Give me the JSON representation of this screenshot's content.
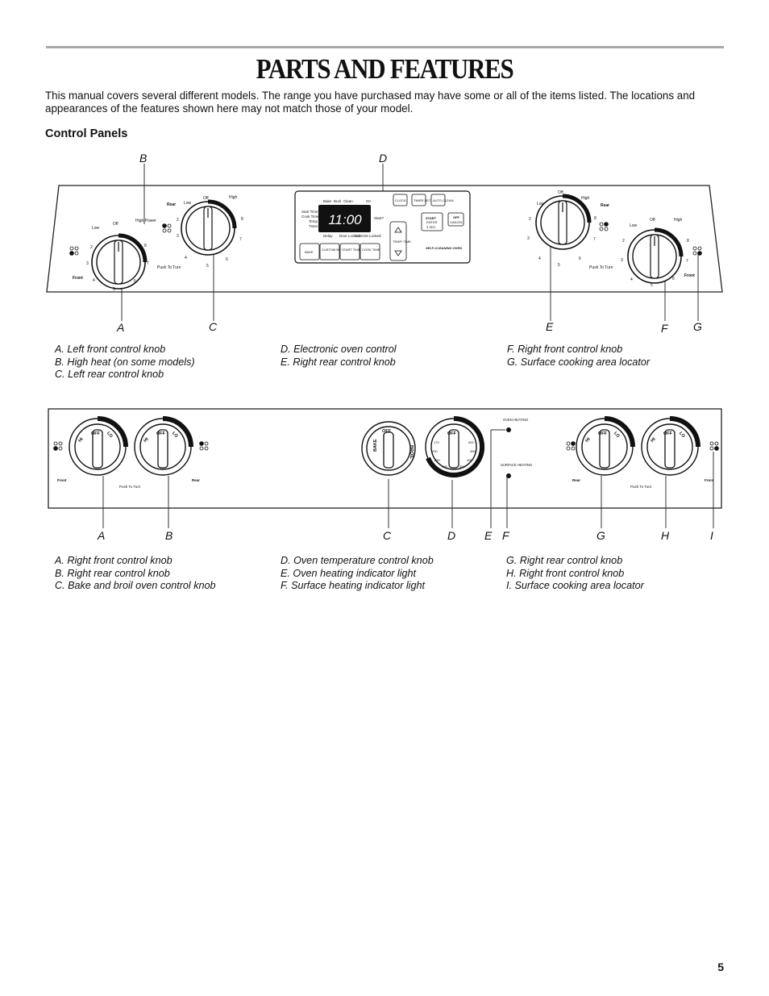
{
  "page": {
    "title": "PARTS AND FEATURES",
    "intro": "This manual covers several different models. The range you have purchased may have some or all of the items listed. The locations and appearances of the features shown here may not match those of your model.",
    "section_heading": "Control Panels",
    "page_number": "5"
  },
  "panel1": {
    "callout_labels": {
      "A": "A",
      "B": "B",
      "C": "C",
      "D": "D",
      "E": "E",
      "F": "F",
      "G": "G"
    },
    "legend_col1": [
      "A. Left front control knob",
      "B. High heat (on some models)",
      "C. Left rear control knob"
    ],
    "legend_col2": [
      "D. Electronic oven control",
      "E. Right rear control knob"
    ],
    "legend_col3": [
      "F. Right front control knob",
      "G. Surface cooking area locator"
    ],
    "knob_text": {
      "off": "Off",
      "low": "Low",
      "high": "High",
      "high_power": "High Power",
      "front": "Front",
      "rear": "Rear",
      "push_to_turn": "Push To Turn",
      "numbers": [
        "2",
        "3",
        "4",
        "5",
        "6",
        "7",
        "8"
      ]
    },
    "oven_control": {
      "top_labels": [
        "Bake",
        "Broil",
        "Clean",
        "On"
      ],
      "side_labels": [
        "Start Time",
        "Cook Time",
        "Temp",
        "Timer"
      ],
      "display": "11:00",
      "start_q": "Start?",
      "lower_labels": [
        "Delay",
        "Door Locked",
        "Controls Locked"
      ],
      "buttons": [
        "CLOCK",
        "TIMER SET/OFF",
        "AUTO CLEAN",
        "START",
        "OFF",
        "BAKE",
        "CUSTOM BROIL",
        "START TIME",
        "COOK TIME"
      ],
      "enter": "ENTER",
      "cancel": "CANCEL",
      "hold": "3 SEC",
      "temp_time": "TEMP/ TIME",
      "brand": "SELF-CLEANING OVEN"
    }
  },
  "panel2": {
    "callout_labels": {
      "A": "A",
      "B": "B",
      "C": "C",
      "D": "D",
      "E": "E",
      "F": "F",
      "G": "G",
      "H": "H",
      "I": "I"
    },
    "legend_col1": [
      "A. Right front control knob",
      "B. Right rear control knob",
      "C. Bake and broil oven control knob"
    ],
    "legend_col2": [
      "D. Oven temperature control knob",
      "E. Oven heating indicator light",
      "F. Surface heating indicator light"
    ],
    "legend_col3": [
      "G. Right rear control knob",
      "H. Right front control knob",
      "I. Surface cooking area locator"
    ],
    "knob_text": {
      "off": "OFF",
      "hi": "HI",
      "lo": "LO",
      "bake": "BAKE",
      "broil": "BROIL",
      "front": "Front",
      "rear": "Rear",
      "push_to_turn": "Push To Turn",
      "oven_heating": "OVEN HEATING",
      "surface_heating": "SURFACE HEATING",
      "temps": [
        "170",
        "200",
        "250",
        "300",
        "350",
        "400",
        "450",
        "500"
      ]
    }
  }
}
